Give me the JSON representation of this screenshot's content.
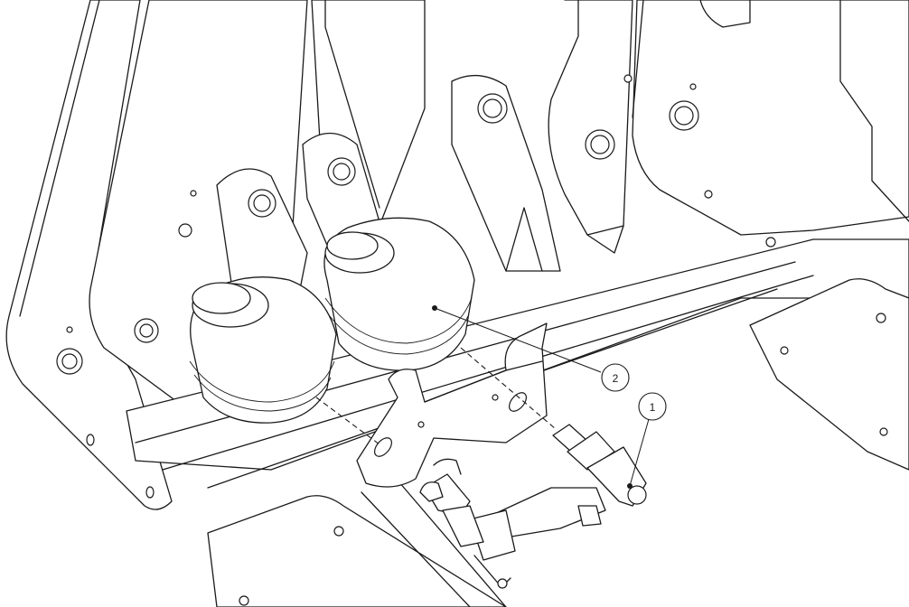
{
  "drawing": {
    "callouts": [
      {
        "id": "callout-1",
        "label": "1"
      },
      {
        "id": "callout-2",
        "label": "2"
      }
    ],
    "colors": {
      "line": "#1a1a1a",
      "background": "#ffffff"
    }
  }
}
